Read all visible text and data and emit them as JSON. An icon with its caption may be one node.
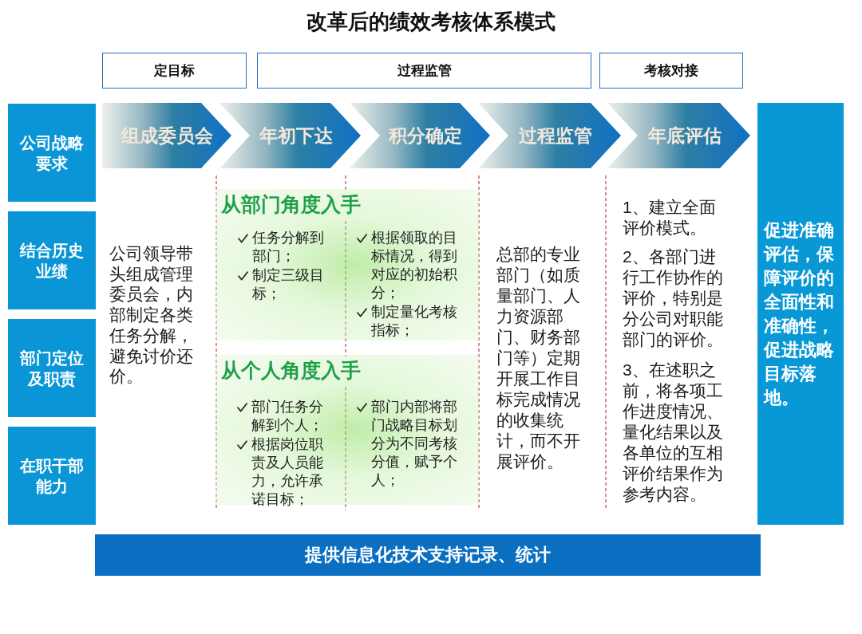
{
  "diagram": {
    "title": "改革后的绩效考核体系模式",
    "nodes": [
      {
        "text": [
          "定目标"
        ]
      },
      {
        "text": [
          "过程监管"
        ]
      },
      {
        "text": [
          "考核对接"
        ]
      },
      {
        "text": [
          "公司战略要求"
        ]
      },
      {
        "text": [
          "结合历史业绩"
        ]
      },
      {
        "text": [
          "部门定位及职责"
        ]
      },
      {
        "text": [
          "在职干部能力"
        ]
      },
      {
        "text": [
          "组成委员会"
        ]
      },
      {
        "text": [
          "年初下达"
        ]
      },
      {
        "text": [
          "积分确定"
        ]
      },
      {
        "text": [
          "过程监管"
        ]
      },
      {
        "text": [
          "年底评估"
        ]
      },
      {
        "text": [
          "促进准确评估，保障评价的全面性和准确性，促进战略目标落地。"
        ]
      },
      {
        "text": [
          "从部门角度入手",
          "任务分解到部门；",
          "制定三级目标；",
          "根据领取的目标情况，得到对应的初始积分；",
          "制定量化考核指标；"
        ]
      },
      {
        "text": [
          "从个人角度入手",
          "部门任务分解到个人；",
          "根据岗位职责及人员能力，允许承诺目标；",
          "部门内部将部门战略目标划分为不同考核分值，赋予个人；"
        ]
      },
      {
        "text": [
          "提供信息化技术支持记录、统计"
        ]
      }
    ],
    "labels": [
      "公司领导带头组成管理委员会，内部制定各类任务分解，避免讨价还价。",
      "总部的专业部门（如质量部门、人力资源部门、财务部门等）定期开展工作目标完成情况的收集统计，而不开展评价。",
      "1、建立全面评价模式。",
      "2、各部门进行工作协作的评价，特别是分公司对职能部门的评价。",
      "3、在述职之前，将各项工作进度情况、量化结果以及各单位的互相评价结果作为参考内容。"
    ]
  }
}
